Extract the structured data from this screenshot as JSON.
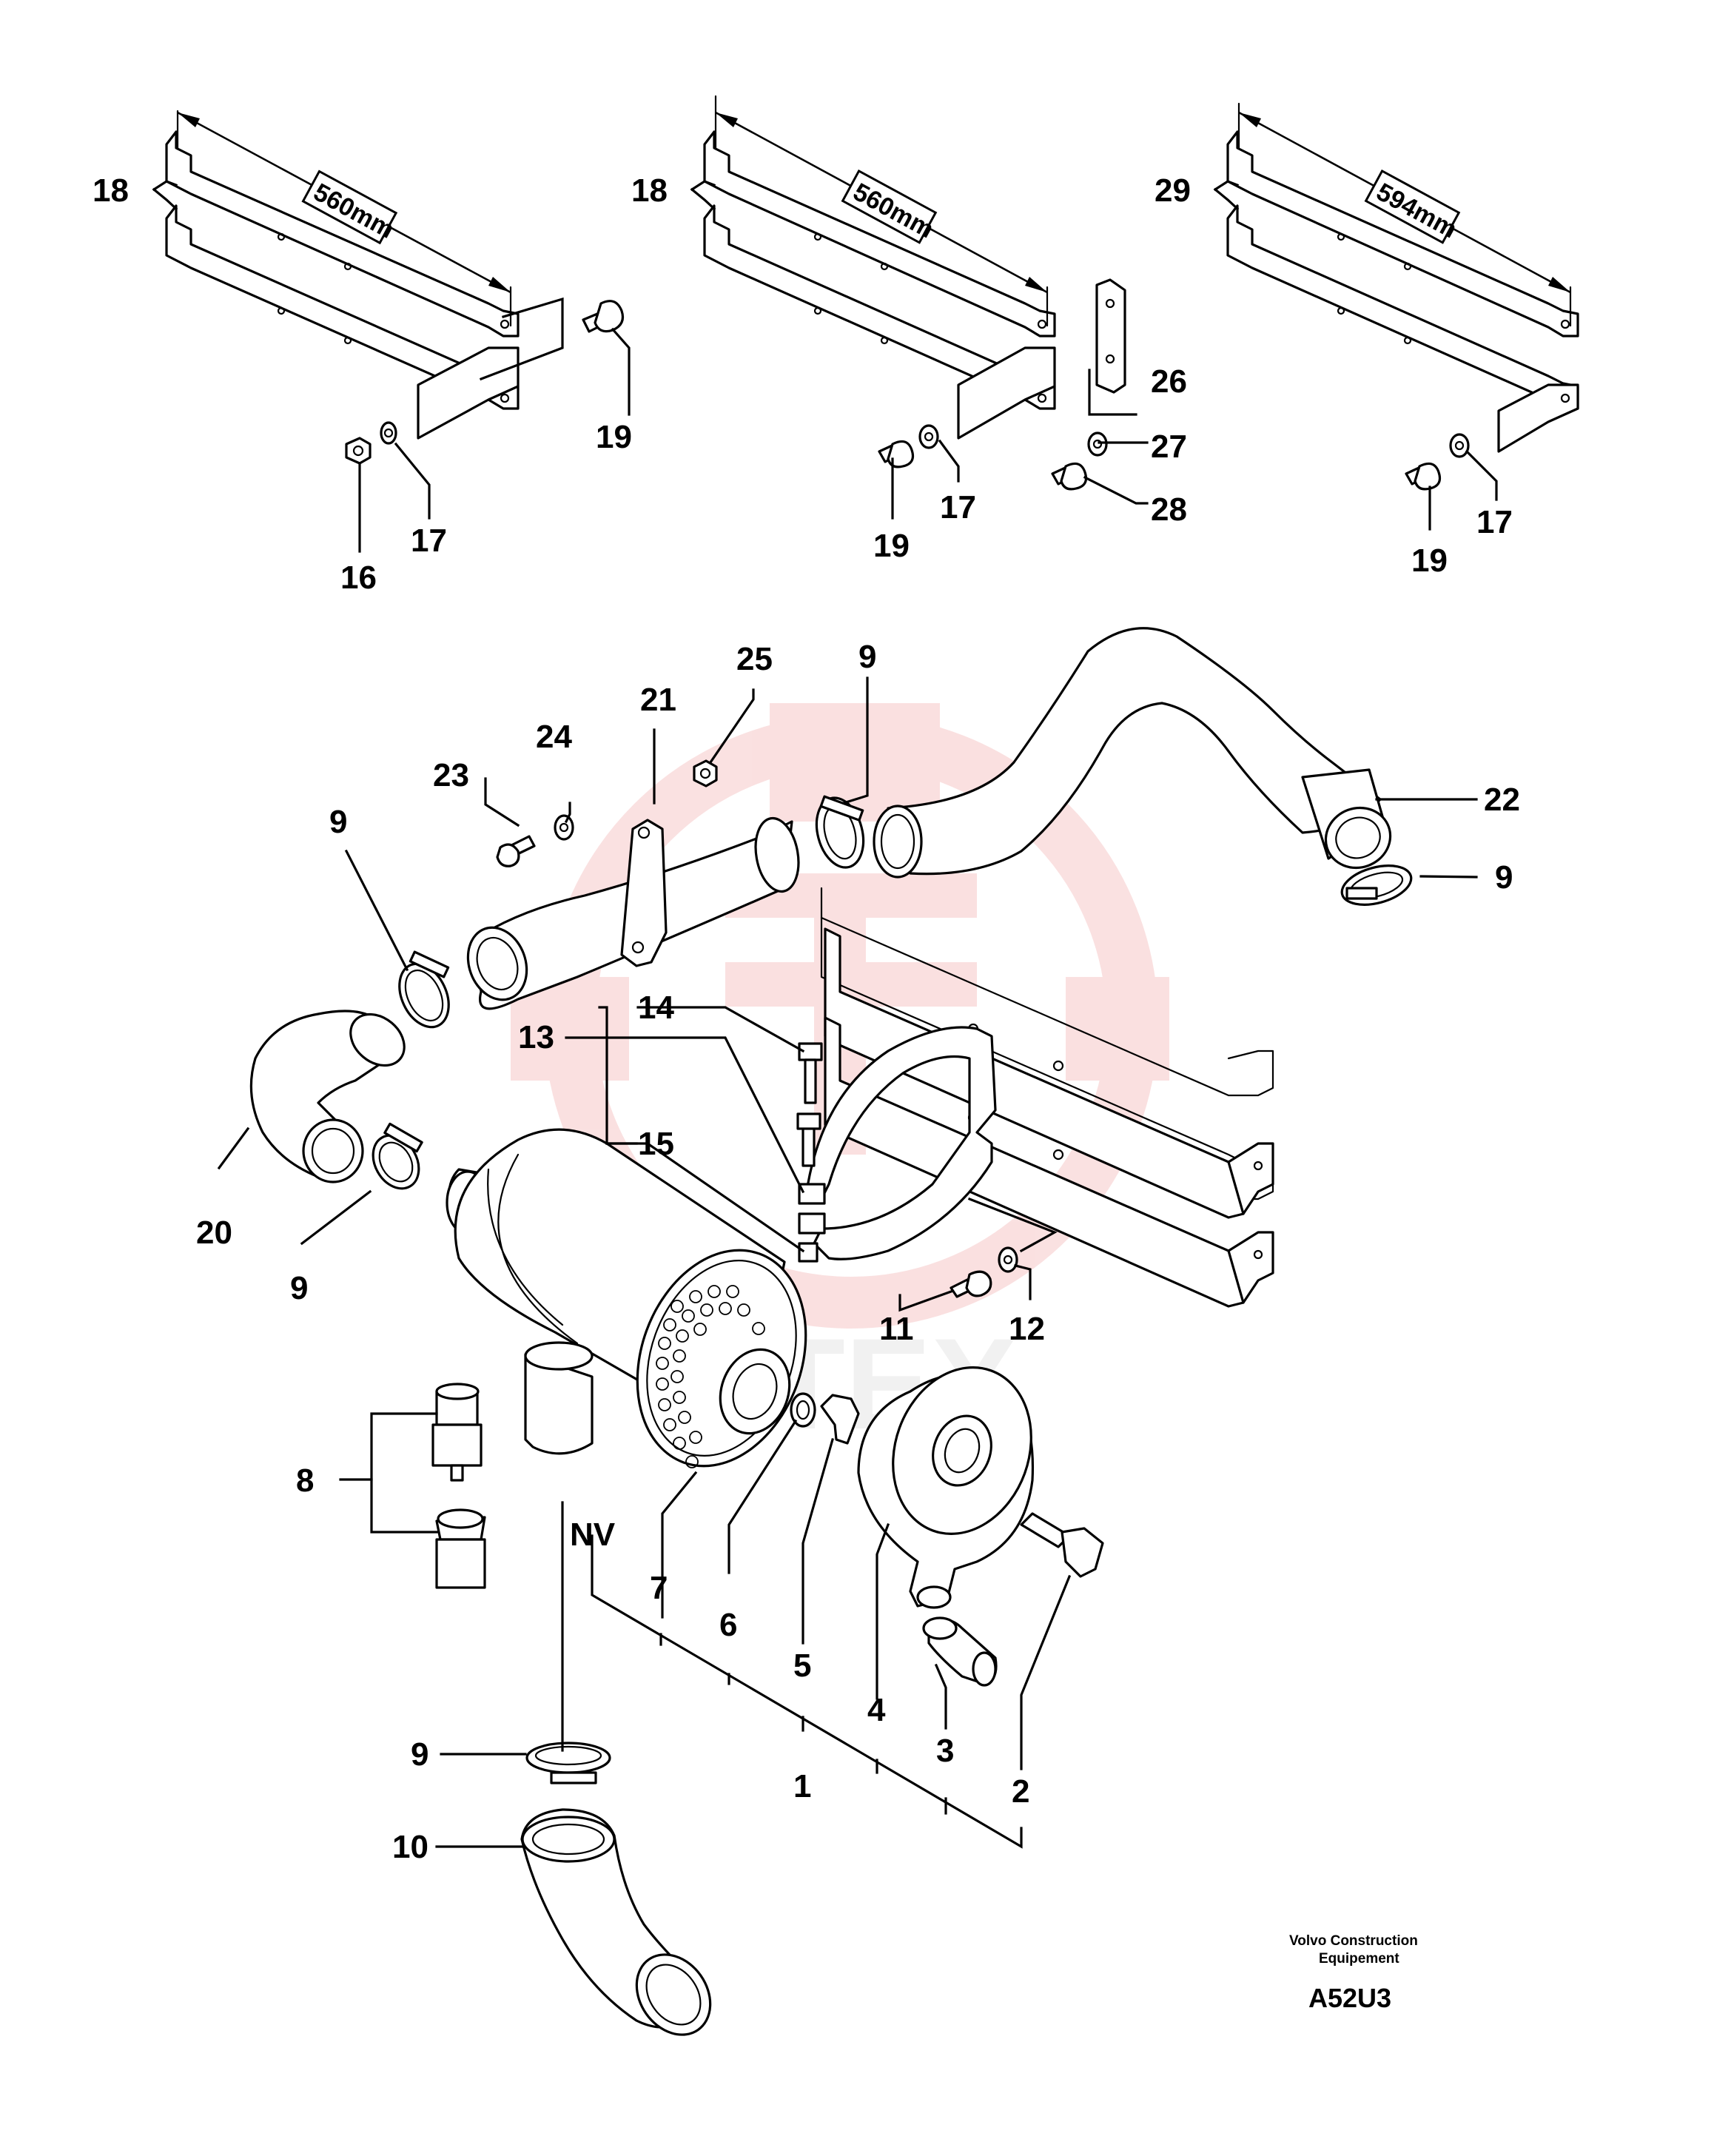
{
  "callouts": {
    "c1": "1",
    "c2": "2",
    "c3": "3",
    "c4": "4",
    "c5": "5",
    "c6": "6",
    "c7": "7",
    "c8": "8",
    "c9": "9",
    "c10": "10",
    "c11": "11",
    "c12": "12",
    "c13": "13",
    "c14": "14",
    "c15": "15",
    "c16": "16",
    "c17": "17",
    "c18": "18",
    "c19": "19",
    "c20": "20",
    "c21": "21",
    "c22": "22",
    "c23": "23",
    "c24": "24",
    "c25": "25",
    "c26": "26",
    "c27": "27",
    "c28": "28",
    "c29": "29",
    "nv": "NV"
  },
  "dimensions": {
    "bracket_left": "560mm",
    "bracket_middle": "560mm",
    "bracket_right": "594mm"
  },
  "footer": {
    "brand_line1": "Volvo Construction",
    "brand_line2": "Equipement",
    "drawing_ref": "A52U3"
  },
  "watermark": {
    "text": "INTEX",
    "color": "#f6c8c8"
  }
}
